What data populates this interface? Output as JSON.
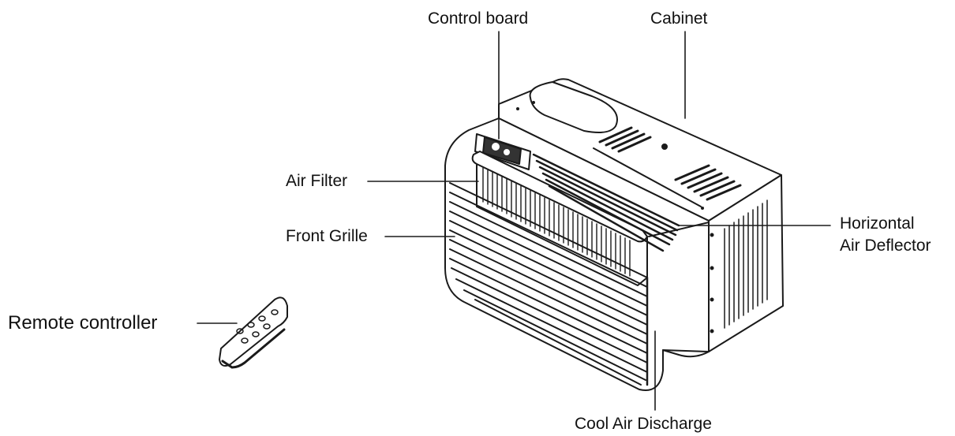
{
  "labels": {
    "control_board": "Control board",
    "cabinet": "Cabinet",
    "air_filter": "Air Filter",
    "front_grille": "Front Grille",
    "horizontal_air_deflector_line1": "Horizontal",
    "horizontal_air_deflector_line2": "Air Deflector",
    "remote_controller": "Remote controller",
    "cool_air_discharge": "Cool Air Discharge"
  },
  "colors": {
    "stroke": "#1a1a1a",
    "fill_light": "#ffffff",
    "fill_shade": "#e8e8e8",
    "fill_dark": "#555555"
  }
}
